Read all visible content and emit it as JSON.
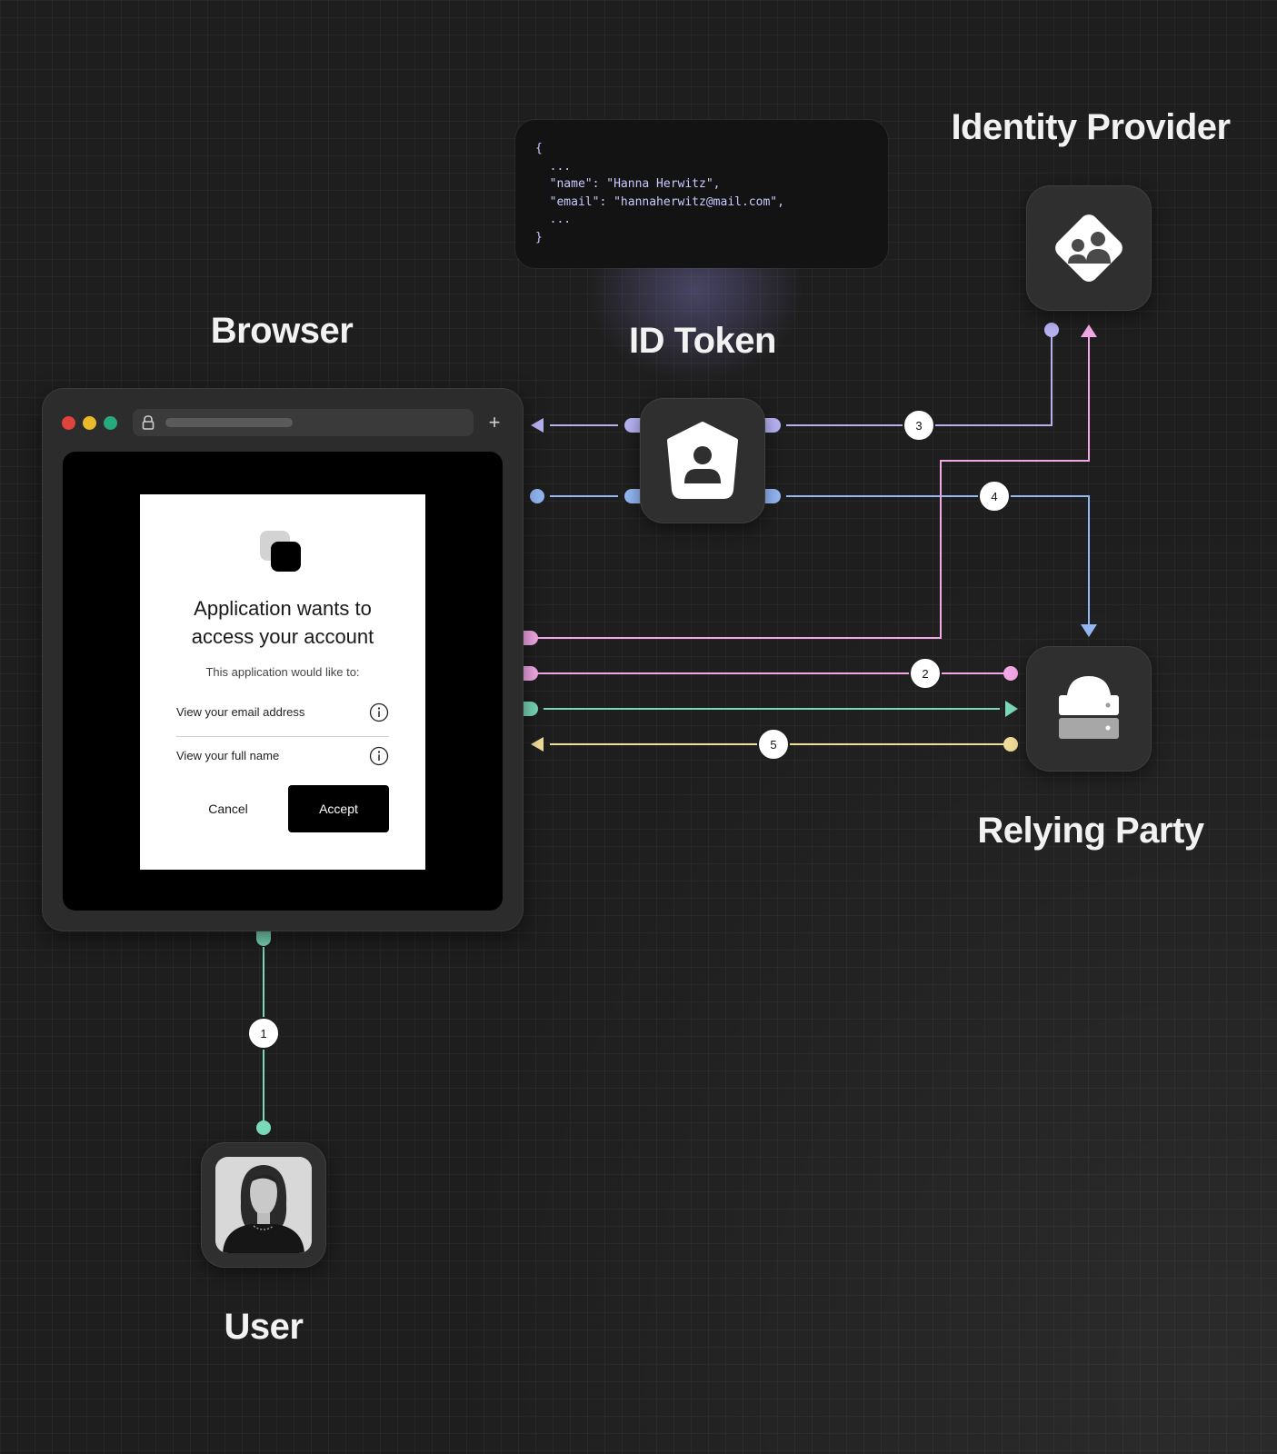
{
  "labels": {
    "browser": "Browser",
    "id_token": "ID Token",
    "identity_provider": "Identity Provider",
    "relying_party": "Relying Party",
    "user": "User"
  },
  "id_token_json": {
    "lines": [
      "{",
      "  ...",
      "  \"name\": \"Hanna Herwitz\",",
      "  \"email\": \"hannaherwitz@mail.com\",",
      "  ...",
      "}"
    ]
  },
  "dialog": {
    "title_line1": "Application wants to",
    "title_line2": "access your account",
    "subtitle": "This application would like to:",
    "permissions": [
      "View your email address",
      "View your full name"
    ],
    "cancel_label": "Cancel",
    "accept_label": "Accept"
  },
  "browser_window": {
    "new_tab_label": "+"
  },
  "flow_steps": [
    "1",
    "2",
    "3",
    "4",
    "5"
  ],
  "icons": {
    "id_token": "user-badge-icon",
    "identity_provider": "group-diamond-icon",
    "relying_party": "server-stack-icon",
    "browser_lock": "lock-icon",
    "permission_info": "info-icon"
  },
  "colors": {
    "background": "#1e1e1e",
    "step1_green": "#7ad9b9",
    "step2_pink": "#f3a8e6",
    "step3_purple": "#b6b2f2",
    "step4_blue": "#93b7f2",
    "step5_yellow": "#f0dc99",
    "accept_button": "#000000",
    "dot_red": "#e0433c",
    "dot_yellow": "#e8b928",
    "dot_green": "#27a87d"
  }
}
